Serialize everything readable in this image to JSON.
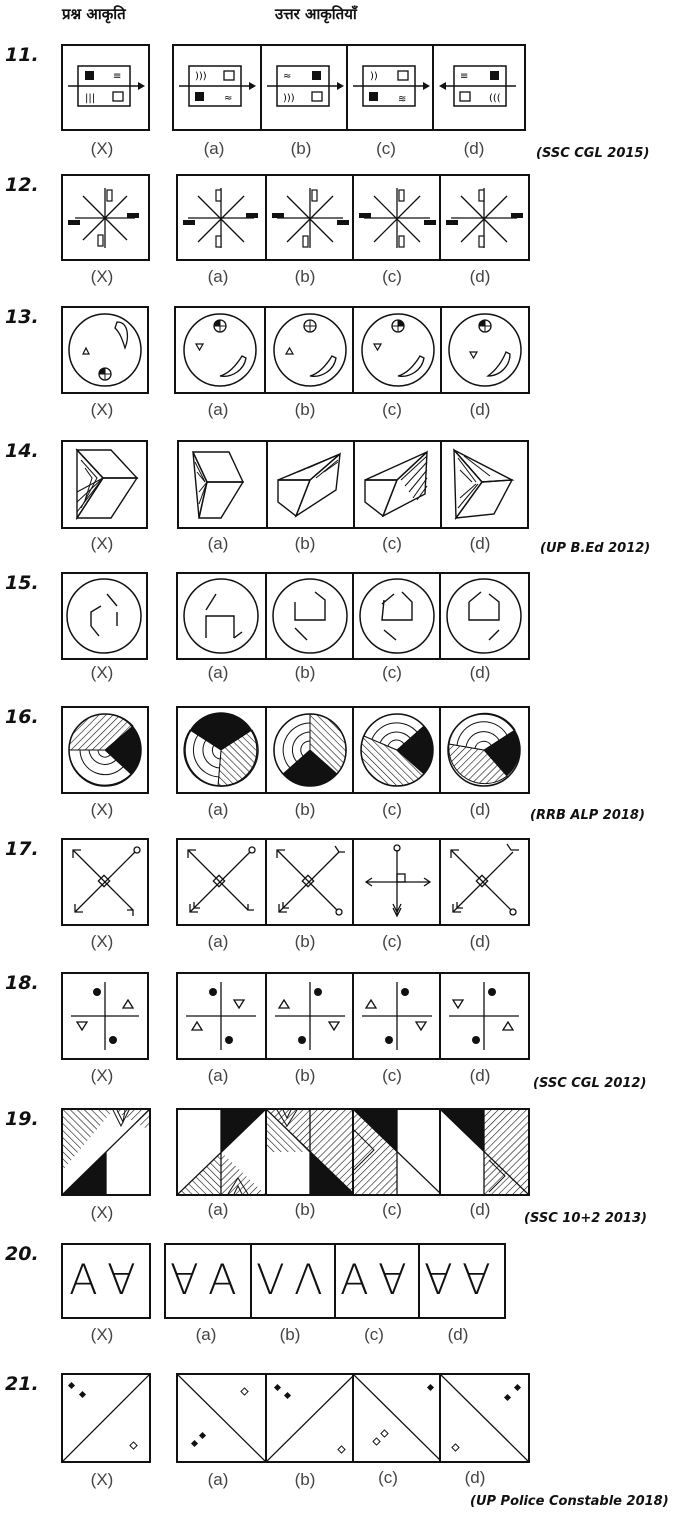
{
  "header": {
    "question_figure": "प्रश्न आकृति",
    "answer_figures": "उत्तर आकृतियाँ"
  },
  "labels": {
    "x": "(X)",
    "a": "(a)",
    "b": "(b)",
    "c": "(c)",
    "d": "(d)"
  },
  "questions": [
    {
      "number": "11.",
      "source": "(SSC CGL 2015)"
    },
    {
      "number": "12.",
      "source": ""
    },
    {
      "number": "13.",
      "source": ""
    },
    {
      "number": "14.",
      "source": "(UP B.Ed 2012)"
    },
    {
      "number": "15.",
      "source": ""
    },
    {
      "number": "16.",
      "source": "(RRB ALP 2018)"
    },
    {
      "number": "17.",
      "source": ""
    },
    {
      "number": "18.",
      "source": "(SSC CGL 2012)"
    },
    {
      "number": "19.",
      "source": "(SSC 10+2 2013)"
    },
    {
      "number": "20.",
      "source": ""
    },
    {
      "number": "21.",
      "source": "(UP Police Constable 2018)"
    }
  ],
  "q20_figures": {
    "x": [
      "A",
      "∀"
    ],
    "a": [
      "∀",
      "A"
    ],
    "b": [
      "V",
      "Λ"
    ],
    "c": [
      "A",
      "∀"
    ],
    "d": [
      "∀",
      "∀"
    ]
  }
}
